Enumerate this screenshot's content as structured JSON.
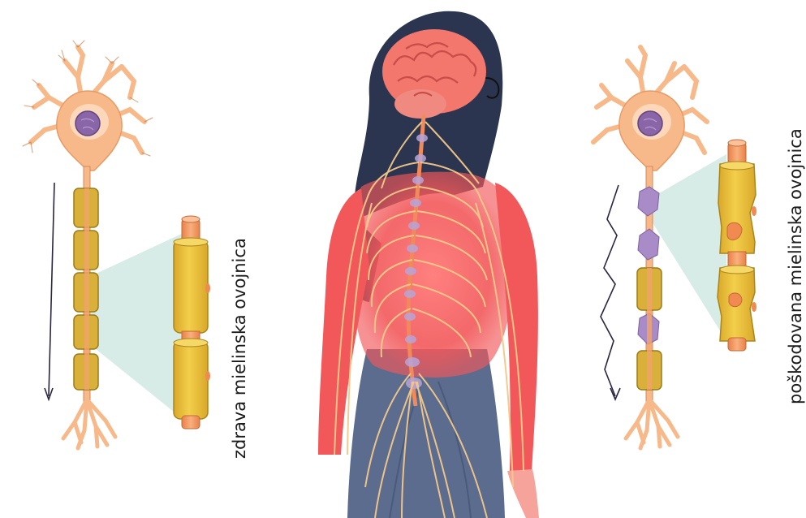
{
  "labels": {
    "healthy_myelin": "zdrava mielinska ovojnica",
    "damaged_myelin": "poškodovana mielinska ovojnica"
  },
  "colors": {
    "neuron": "#f8b98a",
    "neuron_outline": "#c8753f",
    "nucleus": "#8a65a8",
    "myelin": "#e9c13d",
    "myelin_outline": "#a9851a",
    "axon_core": "#f39a5f",
    "zoom_cone": "#d7ece6",
    "lesion": "#a98bc8",
    "body_red": "#f2585a",
    "nerve": "#f4c98a",
    "hair": "#2b3550",
    "jeans": "#5b6c8f",
    "brain": "#f3776d",
    "arrow": "#2a2540"
  },
  "icons": [
    "healthy-neuron-icon",
    "damaged-neuron-icon",
    "human-nervous-system-illustration"
  ]
}
